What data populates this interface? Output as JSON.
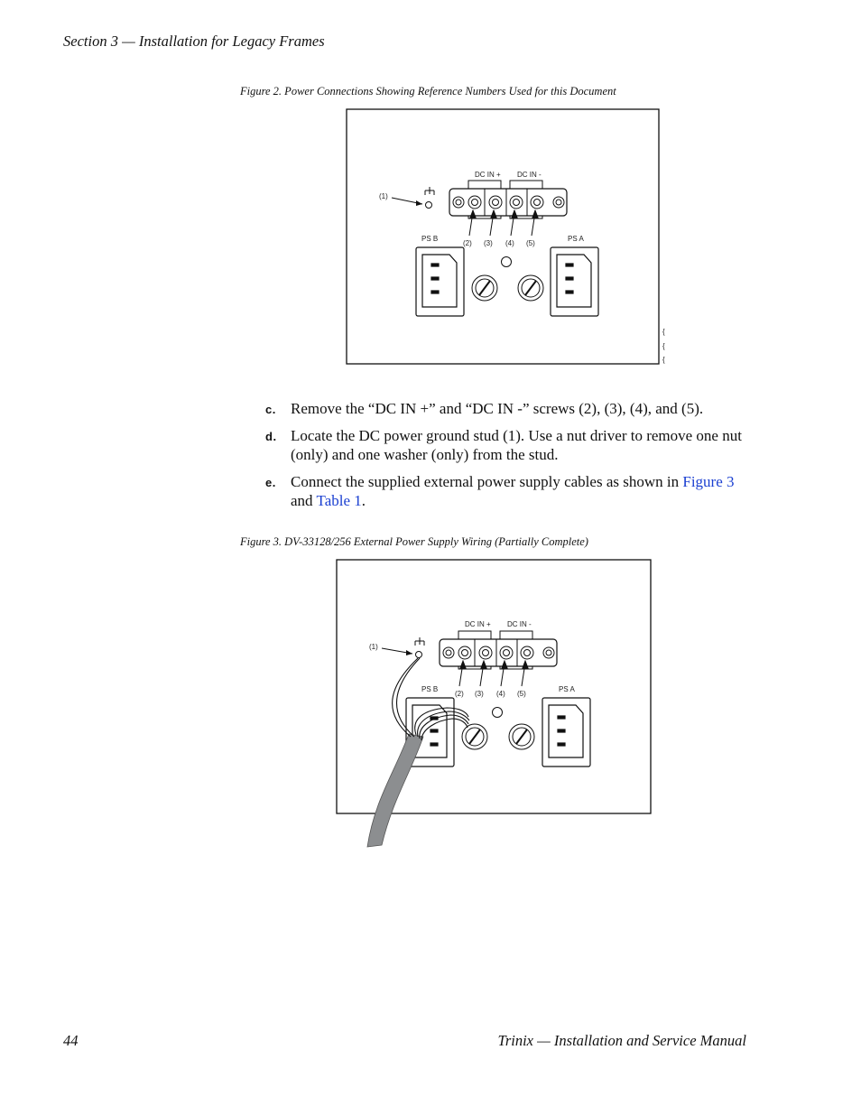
{
  "header": {
    "section": "Section 3 — Installation for Legacy Frames"
  },
  "figure2": {
    "caption": "Figure 2.  Power Connections Showing Reference Numbers Used for this Document",
    "labels": {
      "dc_in_plus": "DC IN +",
      "dc_in_minus": "DC IN -",
      "ref1": "(1)",
      "ref2": "(2)",
      "ref3": "(3)",
      "ref4": "(4)",
      "ref5": "(5)",
      "ps_b": "PS B",
      "ps_a": "PS A"
    }
  },
  "steps": {
    "c": {
      "letter": "c.",
      "text": "Remove the “DC IN +” and “DC IN -” screws (2), (3), (4), and (5)."
    },
    "d": {
      "letter": "d.",
      "text": "Locate the DC power ground stud (1). Use a nut driver to remove one nut (only) and one washer (only) from the stud."
    },
    "e": {
      "letter": "e.",
      "text_before": "Connect the supplied external power supply cables as shown in ",
      "link1": "Figure 3",
      "text_middle": " and ",
      "link2": "Table 1",
      "text_after": "."
    }
  },
  "figure3": {
    "caption": "Figure 3.  DV-33128/256 External Power Supply Wiring (Partially Complete)",
    "labels": {
      "dc_in_plus": "DC IN +",
      "dc_in_minus": "DC IN -",
      "ref1": "(1)",
      "ref2": "(2)",
      "ref3": "(3)",
      "ref4": "(4)",
      "ref5": "(5)",
      "ps_b": "PS B",
      "ps_a": "PS A"
    }
  },
  "footer": {
    "page_number": "44",
    "manual_title": "Trinix  —  Installation and Service Manual"
  }
}
